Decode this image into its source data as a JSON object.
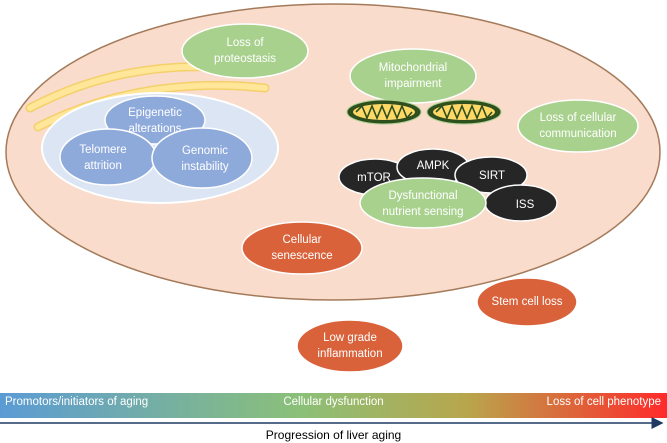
{
  "nodes": {
    "loss_proteostasis": [
      "Loss of",
      "proteostasis"
    ],
    "mitochondrial": [
      "Mitochondrial",
      "impairment"
    ],
    "epigenetic": [
      "Epigenetic",
      "alterations"
    ],
    "telomere": [
      "Telomere",
      "attrition"
    ],
    "genomic": [
      "Genomic",
      "instability"
    ],
    "loss_communication": [
      "Loss of cellular",
      "communication"
    ],
    "mtor": "mTOR",
    "ampk": "AMPK",
    "sirt": "SIRT",
    "iss": "ISS",
    "nutrient_sensing": [
      "Dysfunctional",
      "nutrient sensing"
    ],
    "senescence": [
      "Cellular",
      "senescence"
    ],
    "stem_cell": "Stem cell loss",
    "inflammation": [
      "Low grade",
      "inflammation"
    ]
  },
  "bar": {
    "left": "Promotors/initiators of aging",
    "middle": "Cellular dysfunction",
    "right": "Loss of cell phenotype"
  },
  "axis_label": "Progression of liver aging",
  "colors": {
    "cell_fill": "#f9dccb",
    "green": "#a9d18e",
    "blue": "#8eaadb",
    "orange": "#d9623b",
    "dark": "#262626",
    "er_yellow": "#ffe699",
    "bar_start": "#5b9bd5",
    "bar_mid": "#8bc078",
    "bar_end": "#ff2a2a"
  }
}
